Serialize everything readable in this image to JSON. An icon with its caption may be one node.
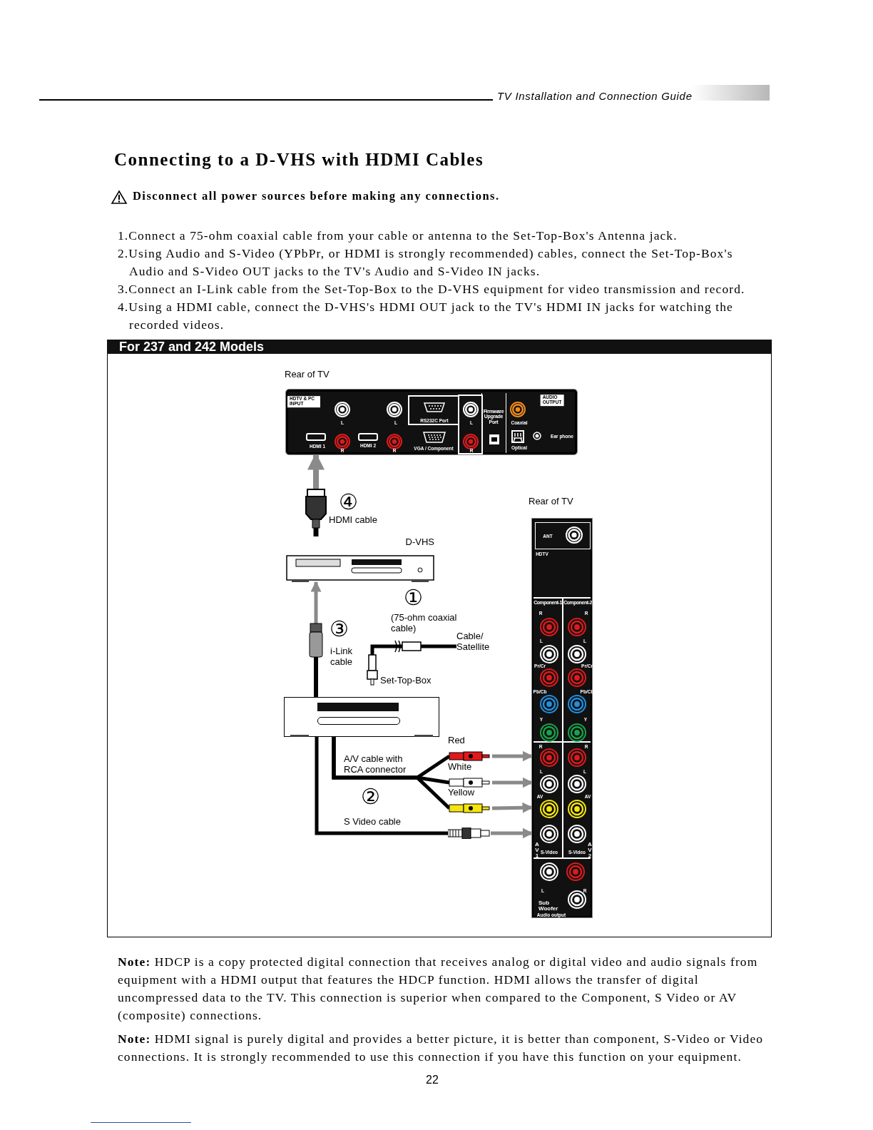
{
  "diagram": {
    "title": "Connecting to a D-VHS with HDMI Cables",
    "nodes": [
      {
        "text": [
          "HDTV & PC INPUT",
          "L",
          "L",
          "RS232C Port",
          "L",
          "Firmware Upgrade Port",
          "Coaxial",
          "AUDIO OUTPUT",
          "HDMI 1",
          "R",
          "HDMI 2",
          "R",
          "VGA / Component",
          "R",
          "Optical",
          "Ear phone"
        ],
        "beside": [
          "Rear of TV"
        ]
      },
      {
        "text": [
          "D-VHS"
        ]
      },
      {
        "text": [],
        "shape": "box"
      },
      {
        "text": [
          "Cable/ Satellite"
        ]
      },
      {
        "text": [
          "Set-Top-Box"
        ]
      },
      {
        "text": [
          "Red"
        ]
      },
      {
        "text": [
          "White"
        ]
      },
      {
        "text": [
          "Yellow"
        ]
      },
      {
        "text": [],
        "shape": "box"
      },
      {
        "text": [
          "ANT",
          "HDTV",
          "Component-1",
          "Component-2",
          "R",
          "R",
          "L",
          "L",
          "Pr/Cr",
          "Pr/Cr",
          "Pb/Cb",
          "Pb/Cb",
          "Y",
          "Y",
          "R",
          "R",
          "L",
          "L",
          "AV",
          "AV",
          "AV1",
          "S-Video",
          "S-Video",
          "AV2",
          "L",
          "R",
          "Sub Woofer",
          "Audio output"
        ],
        "beside": [
          "Rear of TV"
        ]
      }
    ],
    "edges": [
      {
        "from": 1,
        "to": 0,
        "arrow": "to"
      },
      {
        "from": 2,
        "to": 1,
        "arrow": "to"
      },
      {
        "from": 3,
        "to": 4,
        "arrow": "none",
        "color": "#000000"
      },
      {
        "from": 2,
        "to": 5,
        "arrow": "none",
        "color": "#000000"
      },
      {
        "from": 2,
        "to": 6,
        "arrow": "none",
        "color": "#000000"
      },
      {
        "from": 2,
        "to": 7,
        "arrow": "none",
        "color": "#000000"
      },
      {
        "from": 2,
        "to": 8,
        "arrow": "none",
        "color": "#000000"
      },
      {
        "from": 5,
        "to": 9,
        "arrow": "to"
      },
      {
        "from": 6,
        "to": 9,
        "arrow": "to"
      },
      {
        "from": 7,
        "to": 9,
        "arrow": "to"
      },
      {
        "from": 8,
        "to": 9,
        "arrow": "to"
      }
    ],
    "labels": [
      "TV Installation and Connection Guide",
      "Disconnect all power sources before making any connections.",
      "1.Connect a 75-ohm coaxial cable from your cable or antenna to the Set-Top-Box's Antenna jack.",
      "2.Using Audio and S-Video (YPbPr, or HDMI is strongly recommended) cables, connect the Set-Top-Box's Audio and S-Video OUT jacks to the TV's Audio and S-Video IN jacks.",
      "3.Connect an I-Link cable from the Set-Top-Box to the D-VHS equipment for video transmission and record.",
      "4.Using a HDMI cable, connect the D-VHS's HDMI OUT jack to the TV's HDMI IN jacks for watching the recorded videos.",
      "For 237 and 242 Models",
      "④",
      "HDMI cable",
      "①",
      "(75-ohm coaxial cable)",
      "③",
      "i-Link cable",
      "A/V cable with RCA connector",
      "②",
      "S Video cable",
      "**Note:** HDCP is a copy protected digital connection that receives analog or digital video and audio signals from equipment with a HDMI output that features the HDCP function. HDMI allows the transfer of digital uncompressed data to the TV. This connection is superior when compared to the Component, S Video or AV (composite) connections.",
      "**Note:** HDMI signal is purely digital and provides a better picture, it is better than component, S-Video or Video connections. It is strongly recommended to use this connection if you have this function on your equipment.",
      "22"
    ]
  }
}
